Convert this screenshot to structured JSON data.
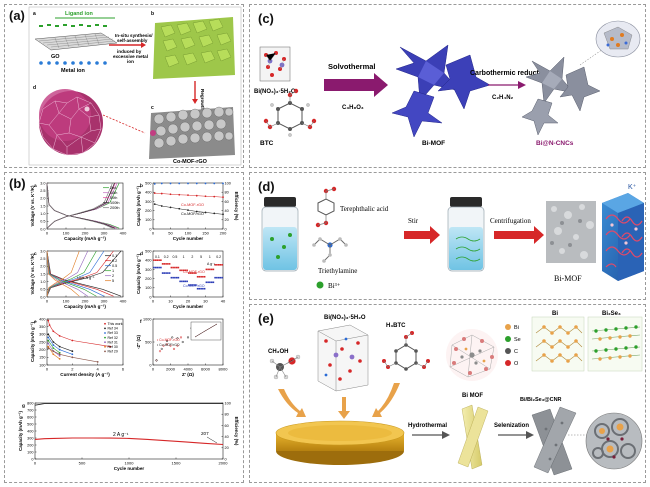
{
  "panels": {
    "a": {
      "letter": "(a)",
      "sub_a": "a",
      "sub_b": "b",
      "sub_c": "c",
      "sub_d": "d",
      "ligand_ion": "Ligand ion",
      "go": "GO",
      "metal_ion": "Metal ion",
      "insitu_line1": "In-situ synthesis/",
      "insitu_line2": "self-assembly",
      "induced_line1": "induced by",
      "induced_line2": "excessive metal",
      "induced_line3": "ion",
      "regrowth": "Regrowth",
      "product": "Co-MOF-rGO"
    },
    "b": {
      "letter": "(b)",
      "sub_a": "a",
      "sub_b": "b",
      "sub_c": "c",
      "sub_d": "d",
      "sub_e": "e",
      "sub_f": "f",
      "sub_g": "g",
      "voltage_label": "Voltage (V vs. K⁺/K)",
      "capacity_mah": "Capacity (mAh g⁻¹)",
      "capacity_axis": "Capacity (mAh g⁻¹)",
      "cycle_number": "Cycle number",
      "current_density": "Current density (A g⁻¹)",
      "zprime": "Z' (Ω)",
      "zdouble": "-Z'' (Ω)",
      "efficiency": "Efficiency (%)",
      "legend_a": [
        "2nd",
        "10th",
        "50th",
        "100th",
        "200th"
      ],
      "legend_c": [
        "0.1",
        "0.2",
        "0.5",
        "1",
        "2",
        "5"
      ],
      "unit_label": "Unit: A g⁻¹",
      "co_mof_rgo": "Co-MOF-rGO",
      "co_mof_go": "Co-MOF/rGO",
      "rate_marks": [
        "0.1",
        "0.2",
        "0.5",
        "1",
        "2",
        "5",
        "1",
        "0.2"
      ],
      "rate_unit": "A g⁻¹",
      "legend_e": [
        "This work",
        "Ref 34",
        "Ref 33",
        "Ref 32",
        "Ref 31",
        "Ref 30",
        "Ref 29"
      ],
      "legend_f": [
        "Co-MOF-rGO",
        "Co-MOF/rGO"
      ],
      "long_rate": "2 A g⁻¹",
      "long_final": "207",
      "ticks": {
        "ax_a_x": [
          "0",
          "100",
          "200",
          "300",
          "400"
        ],
        "ax_a_y": [
          "0.0",
          "0.5",
          "1.0",
          "1.5",
          "2.0",
          "2.5",
          "3.0"
        ],
        "ax_b_x": [
          "0",
          "50",
          "100",
          "150",
          "200"
        ],
        "ax_b_y": [
          "0",
          "100",
          "200",
          "300",
          "400",
          "500"
        ],
        "ax_b_y2": [
          "0",
          "20",
          "40",
          "60",
          "80",
          "100"
        ],
        "ax_c_x": [
          "0",
          "100",
          "200",
          "300",
          "400"
        ],
        "ax_d_x": [
          "0",
          "10",
          "20",
          "30",
          "40"
        ],
        "ax_d_y": [
          "0",
          "100",
          "200",
          "300",
          "400",
          "500"
        ],
        "ax_e_x": [
          "0",
          "2",
          "4",
          "6"
        ],
        "ax_e_y": [
          "100",
          "150",
          "200",
          "250",
          "300",
          "350",
          "400"
        ],
        "ax_f_x": [
          "0",
          "2000",
          "4000",
          "6000",
          "8000"
        ],
        "ax_f_y": [
          "0",
          "500",
          "1000"
        ],
        "ax_g_x": [
          "0",
          "500",
          "1000",
          "1500",
          "2000"
        ],
        "ax_g_y": [
          "0",
          "100",
          "200",
          "300",
          "400",
          "500",
          "600",
          "700",
          "800"
        ],
        "ax_g_y2": [
          "0",
          "20",
          "40",
          "60",
          "80",
          "100"
        ]
      }
    },
    "c": {
      "letter": "(c)",
      "precursor": "Bi(NO₃)₃·5H₂O",
      "btc": "BTC",
      "solvothermal": "Solvothermal",
      "solvent": "C₃H₈O₃",
      "bimof": "Bi-MOF",
      "carbothermic": "Carbothermic reduction",
      "gas": "C₂H₄N₂",
      "product": "Bi@N-CNCs"
    },
    "d": {
      "letter": "(d)",
      "tpa": "Terephthalic acid",
      "tea": "Triethylamine",
      "bi3": "Bi³⁺",
      "stir": "Stir",
      "centrifugation": "Centrifugation",
      "bimof": "Bi-MOF",
      "kplus": "K⁺"
    },
    "e": {
      "letter": "(e)",
      "precursor": "Bi(NO₃)₃·5H₂O",
      "ch3oh": "CH₃OH",
      "h3btc": "H₃BTC",
      "bimof": "Bi MOF",
      "hydrothermal": "Hydrothermal",
      "selenization": "Selenization",
      "legend": [
        "Bi",
        "Se",
        "C",
        "O"
      ],
      "bi_struct": "Bi",
      "bi2se3_struct": "Bi₂Se₃",
      "product": "Bi/Bi₂Se₃@CNR"
    }
  },
  "chart_data": [
    {
      "type": "line",
      "panel": "b-a",
      "xlabel": "Capacity (mAh g⁻¹)",
      "ylabel": "Voltage (V vs. K⁺/K)",
      "xlim": [
        0,
        400
      ],
      "ylim": [
        0,
        3
      ],
      "series": [
        {
          "name": "2nd",
          "discharge_x": [
            0,
            10,
            40,
            100,
            180,
            260,
            330,
            380
          ],
          "discharge_y": [
            3.0,
            1.6,
            1.2,
            0.9,
            0.7,
            0.5,
            0.3,
            0.05
          ],
          "charge_x": [
            0,
            40,
            100,
            180,
            260,
            330,
            380
          ],
          "charge_y": [
            0.05,
            0.5,
            0.8,
            1.05,
            1.3,
            1.7,
            3.0
          ]
        },
        {
          "name": "10th",
          "discharge_x": [
            0,
            10,
            40,
            100,
            180,
            260,
            320,
            370
          ],
          "discharge_y": [
            3.0,
            1.6,
            1.2,
            0.9,
            0.7,
            0.5,
            0.3,
            0.05
          ],
          "charge_x": [
            0,
            40,
            100,
            180,
            260,
            320,
            370
          ],
          "charge_y": [
            0.05,
            0.5,
            0.8,
            1.05,
            1.3,
            1.7,
            3.0
          ]
        },
        {
          "name": "50th",
          "discharge_x": [
            0,
            10,
            40,
            100,
            180,
            250,
            310,
            360
          ],
          "discharge_y": [
            3.0,
            1.6,
            1.2,
            0.9,
            0.7,
            0.5,
            0.3,
            0.05
          ],
          "charge_x": [
            0,
            40,
            100,
            180,
            250,
            310,
            360
          ],
          "charge_y": [
            0.05,
            0.5,
            0.8,
            1.05,
            1.3,
            1.7,
            3.0
          ]
        },
        {
          "name": "100th",
          "discharge_x": [
            0,
            10,
            40,
            100,
            180,
            250,
            310,
            355
          ],
          "discharge_y": [
            3.0,
            1.6,
            1.2,
            0.9,
            0.7,
            0.5,
            0.3,
            0.05
          ],
          "charge_x": [
            0,
            40,
            100,
            180,
            250,
            310,
            355
          ],
          "charge_y": [
            0.05,
            0.5,
            0.8,
            1.05,
            1.3,
            1.7,
            3.0
          ]
        },
        {
          "name": "200th",
          "discharge_x": [
            0,
            10,
            40,
            100,
            170,
            240,
            300,
            345
          ],
          "discharge_y": [
            3.0,
            1.6,
            1.2,
            0.9,
            0.7,
            0.5,
            0.3,
            0.05
          ],
          "charge_x": [
            0,
            40,
            100,
            170,
            240,
            300,
            345
          ],
          "charge_y": [
            0.05,
            0.5,
            0.8,
            1.05,
            1.3,
            1.7,
            3.0
          ]
        }
      ],
      "colors": [
        "#2ca02c",
        "#c06cc0",
        "#e0409a",
        "#222222",
        "#7a7a7a"
      ]
    },
    {
      "type": "scatter",
      "panel": "b-b",
      "xlabel": "Cycle number",
      "ylabel": "Capacity (mAh g⁻¹)",
      "y2label": "Efficiency (%)",
      "xlim": [
        0,
        200
      ],
      "ylim": [
        0,
        500
      ],
      "y2lim": [
        0,
        100
      ],
      "series": [
        {
          "name": "Co-MOF-rGO",
          "x": [
            5,
            25,
            50,
            75,
            100,
            125,
            150,
            175,
            200
          ],
          "y": [
            390,
            385,
            378,
            372,
            368,
            362,
            356,
            352,
            346
          ],
          "color": "#d62728"
        },
        {
          "name": "Co-MOF/rGO",
          "x": [
            5,
            25,
            50,
            75,
            100,
            125,
            150,
            175,
            200
          ],
          "y": [
            270,
            250,
            235,
            220,
            205,
            190,
            180,
            170,
            160
          ],
          "color": "#222222"
        },
        {
          "name": "Efficiency",
          "x": [
            5,
            25,
            50,
            75,
            100,
            125,
            150,
            175,
            200
          ],
          "y": [
            98,
            99,
            99,
            99,
            99,
            99,
            99,
            99,
            99
          ],
          "color": "#2a6bd6"
        }
      ]
    },
    {
      "type": "line",
      "panel": "b-c",
      "xlabel": "Capacity (mAh g⁻¹)",
      "ylabel": "Voltage (V vs. K⁺/K)",
      "xlim": [
        0,
        400
      ],
      "ylim": [
        0,
        3
      ],
      "series": [
        {
          "name": "0.1",
          "end": 390,
          "color": "#222222"
        },
        {
          "name": "0.2",
          "end": 350,
          "color": "#d62728"
        },
        {
          "name": "0.5",
          "end": 300,
          "color": "#2a6bd6"
        },
        {
          "name": "1",
          "end": 260,
          "color": "#2ca02c"
        },
        {
          "name": "2",
          "end": 215,
          "color": "#9467bd"
        },
        {
          "name": "5",
          "end": 170,
          "color": "#e07b20"
        }
      ]
    },
    {
      "type": "scatter",
      "panel": "b-d",
      "xlabel": "Cycle number",
      "ylabel": "Capacity (mAh g⁻¹)",
      "xlim": [
        0,
        40
      ],
      "ylim": [
        0,
        500
      ],
      "series": [
        {
          "name": "Co-MOF-rGO",
          "steps": [
            [
              0,
              5,
              400
            ],
            [
              5,
              10,
              360
            ],
            [
              10,
              15,
              320
            ],
            [
              15,
              20,
              290
            ],
            [
              20,
              25,
              260
            ],
            [
              25,
              30,
              220
            ],
            [
              30,
              35,
              300
            ],
            [
              35,
              40,
              350
            ]
          ],
          "color": "#d62728"
        },
        {
          "name": "Co-MOF/rGO",
          "steps": [
            [
              0,
              5,
              320
            ],
            [
              5,
              10,
              260
            ],
            [
              10,
              15,
              210
            ],
            [
              15,
              20,
              170
            ],
            [
              20,
              25,
              130
            ],
            [
              25,
              30,
              90
            ],
            [
              30,
              35,
              160
            ],
            [
              35,
              40,
              210
            ]
          ],
          "color": "#2a3bb6"
        }
      ]
    },
    {
      "type": "line",
      "panel": "b-e",
      "xlabel": "Current density (A g⁻¹)",
      "ylabel": "Capacity (mAh g⁻¹)",
      "xlim": [
        0,
        6
      ],
      "ylim": [
        100,
        400
      ],
      "series": [
        {
          "name": "This work",
          "x": [
            0.1,
            0.2,
            0.5,
            1,
            2,
            5
          ],
          "y": [
            390,
            360,
            320,
            290,
            260,
            220
          ],
          "color": "#d62728"
        },
        {
          "name": "Ref 34",
          "x": [
            0.1,
            0.5,
            1,
            2
          ],
          "y": [
            300,
            250,
            220,
            190
          ],
          "color": "#222222"
        },
        {
          "name": "Ref 33",
          "x": [
            0.1,
            0.5,
            1,
            2
          ],
          "y": [
            280,
            230,
            200,
            170
          ],
          "color": "#2a6bd6"
        },
        {
          "name": "Ref 32",
          "x": [
            0.1,
            0.5,
            1
          ],
          "y": [
            260,
            210,
            180
          ],
          "color": "#2ca02c"
        },
        {
          "name": "Ref 31",
          "x": [
            0.1,
            0.5,
            1
          ],
          "y": [
            240,
            190,
            160
          ],
          "color": "#9467bd"
        },
        {
          "name": "Ref 30",
          "x": [
            0.1,
            0.5,
            1
          ],
          "y": [
            220,
            170,
            140
          ],
          "color": "#e07b20"
        },
        {
          "name": "Ref 29",
          "x": [
            0.1,
            0.5,
            1,
            2,
            4
          ],
          "y": [
            210,
            190,
            170,
            150,
            120
          ],
          "color": "#8c564b"
        }
      ]
    },
    {
      "type": "scatter",
      "panel": "b-f",
      "xlabel": "Z' (Ω)",
      "ylabel": "-Z'' (Ω)",
      "xlim": [
        0,
        8000
      ],
      "ylim": [
        0,
        1000
      ],
      "series": [
        {
          "name": "Co-MOF-rGO",
          "x": [
            400,
            800,
            1200,
            1600,
            2000,
            2400,
            2800,
            3200
          ],
          "y": [
            100,
            300,
            420,
            450,
            420,
            350,
            420,
            600
          ],
          "color": "#d62728"
        },
        {
          "name": "Co-MOF/rGO",
          "x": [
            400,
            1000,
            1600,
            2200,
            2800,
            3400,
            4000,
            4400
          ],
          "y": [
            100,
            350,
            520,
            600,
            580,
            500,
            600,
            800
          ],
          "color": "#222222"
        }
      ]
    },
    {
      "type": "scatter",
      "panel": "b-g",
      "xlabel": "Cycle number",
      "ylabel": "Capacity (mAh g⁻¹)",
      "y2label": "Efficiency (%)",
      "xlim": [
        0,
        2000
      ],
      "ylim": [
        0,
        800
      ],
      "y2lim": [
        0,
        100
      ],
      "series": [
        {
          "name": "Capacity",
          "x": [
            0,
            100,
            200,
            400,
            600,
            800,
            1000,
            1200,
            1400,
            1600,
            1800,
            2000
          ],
          "y": [
            280,
            290,
            295,
            300,
            300,
            298,
            295,
            280,
            262,
            245,
            225,
            207
          ],
          "color": "#d62728"
        },
        {
          "name": "Efficiency",
          "x": [
            0,
            100,
            200,
            400,
            600,
            800,
            1000,
            1200,
            1400,
            1600,
            1800,
            2000
          ],
          "y": [
            96,
            99,
            99,
            99,
            99,
            99,
            99,
            99,
            99,
            99,
            99,
            99
          ],
          "color": "#222222"
        }
      ]
    }
  ]
}
